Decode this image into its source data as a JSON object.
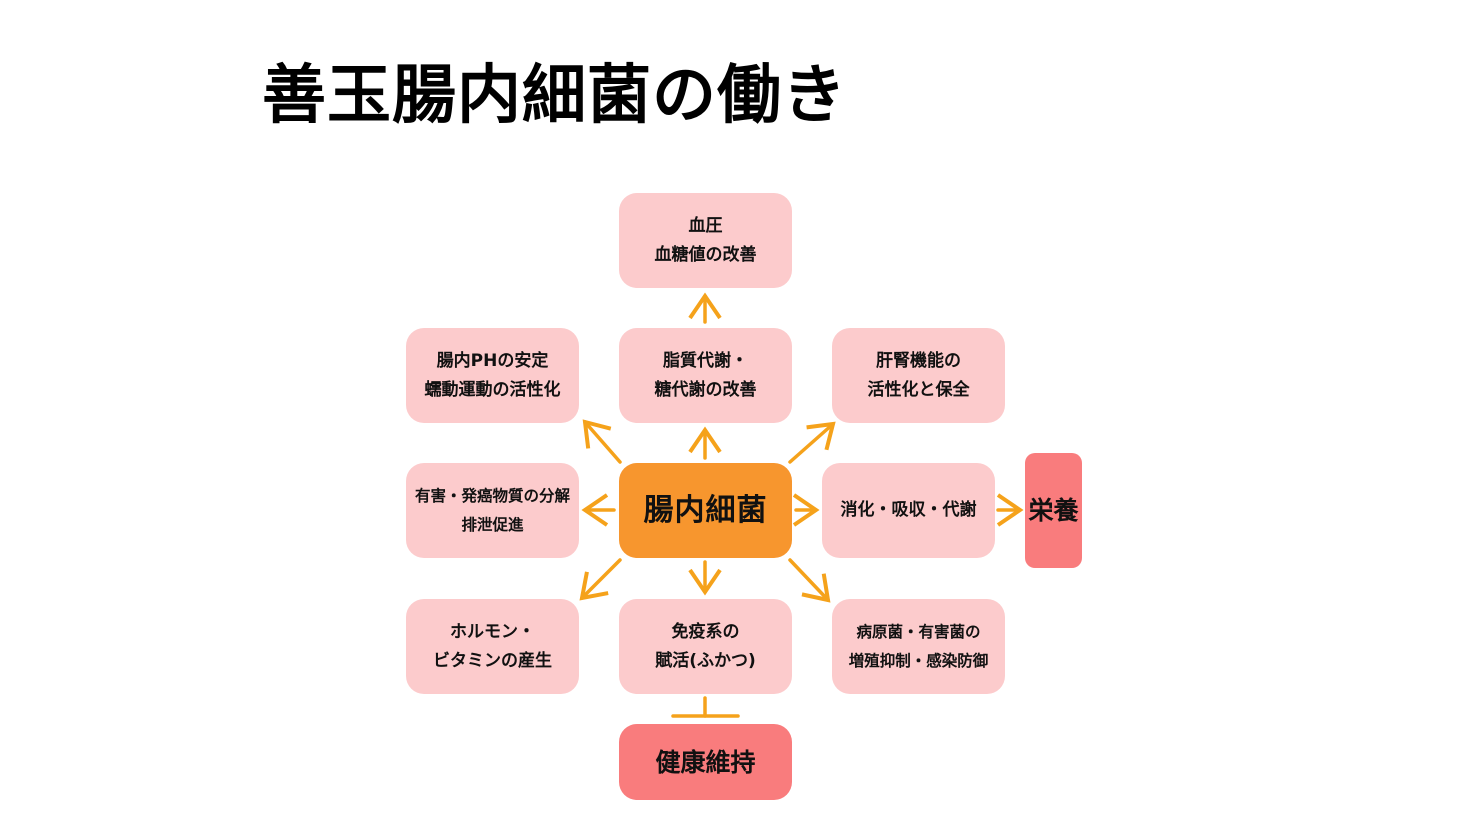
{
  "title": "善玉腸内細菌の働き",
  "center": {
    "label": "腸内細菌"
  },
  "nodes": {
    "top": {
      "line1": "血圧",
      "line2": "血糖値の改善"
    },
    "upper_left": {
      "line1": "腸内PHの安定",
      "line2": "蠕動運動の活性化"
    },
    "upper_middle": {
      "line1": "脂質代謝・",
      "line2": "糖代謝の改善"
    },
    "upper_right": {
      "line1": "肝腎機能の",
      "line2": "活性化と保全"
    },
    "left": {
      "line1": "有害・発癌物質の分解",
      "line2": "排泄促進"
    },
    "right": {
      "label": "消化・吸収・代謝"
    },
    "far_right": {
      "label": "栄養"
    },
    "lower_left": {
      "line1": "ホルモン・",
      "line2": "ビタミンの産生"
    },
    "lower_middle": {
      "line1": "免疫系の",
      "line2": "賦活(ふかつ)"
    },
    "lower_right": {
      "line1": "病原菌・有害菌の",
      "line2": "増殖抑制・感染防御"
    },
    "bottom": {
      "label": "健康維持"
    }
  },
  "colors": {
    "node_fill": "#fccbcc",
    "center_fill": "#f7962e",
    "result_fill": "#f97c7d",
    "arrow": "#f5a21b"
  }
}
